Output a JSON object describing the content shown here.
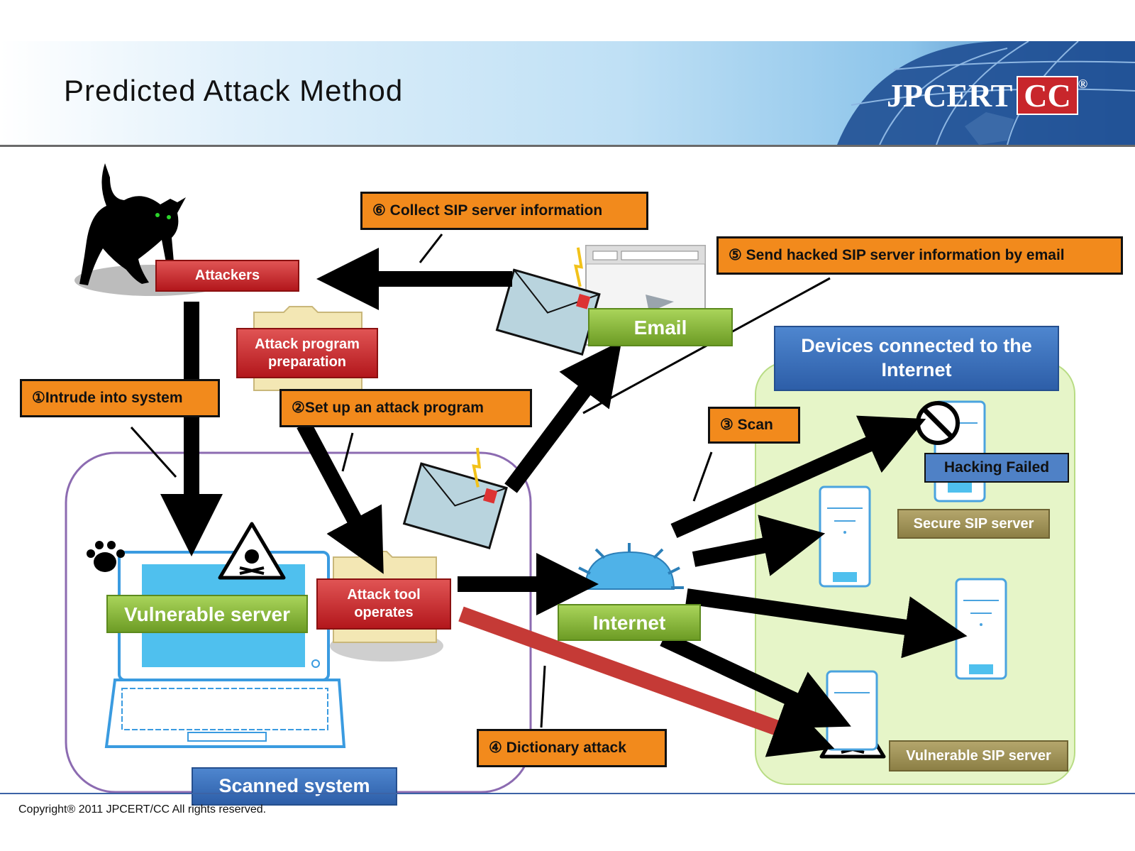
{
  "header": {
    "title": "Predicted Attack Method",
    "logo_text": "JPCERT",
    "logo_cc": "CC",
    "logo_mark": "®"
  },
  "labels": {
    "attackers": "Attackers",
    "attack_program_preparation": "Attack program preparation",
    "attack_tool_operates": "Attack tool operates",
    "email": "Email",
    "vulnerable_server": "Vulnerable server",
    "internet": "Internet",
    "scanned_system": "Scanned system",
    "devices_connected": "Devices connected to the Internet",
    "hacking_failed": "Hacking Failed",
    "secure_sip_server": "Secure SIP server",
    "vulnerable_sip_server": "Vulnerable SIP server"
  },
  "steps": {
    "step1": "①Intrude into system",
    "step2": "②Set up an attack program",
    "step3": "③ Scan",
    "step4": "④ Dictionary attack",
    "step5": "⑤ Send hacked SIP server information by email",
    "step6": "⑥ Collect SIP server information"
  },
  "footer": {
    "copyright": "Copyright® 2011 JPCERT/CC All rights reserved."
  },
  "colors": {
    "step_orange": "#f28a1c",
    "label_red": "#c0262b",
    "label_green": "#7fb03a",
    "label_blue": "#3c6fba",
    "zone_green": "#e6f5c8",
    "zone_purple": "#8c6bb1",
    "arrow_black": "#000000",
    "arrow_red": "#c53a36"
  },
  "icons": [
    "cat-icon",
    "paw-icon",
    "laptop-icon",
    "skull-warning-icon",
    "folder-icon",
    "envelope-icon",
    "browser-window-icon",
    "internet-globe-icon",
    "server-icon",
    "no-entry-icon"
  ]
}
